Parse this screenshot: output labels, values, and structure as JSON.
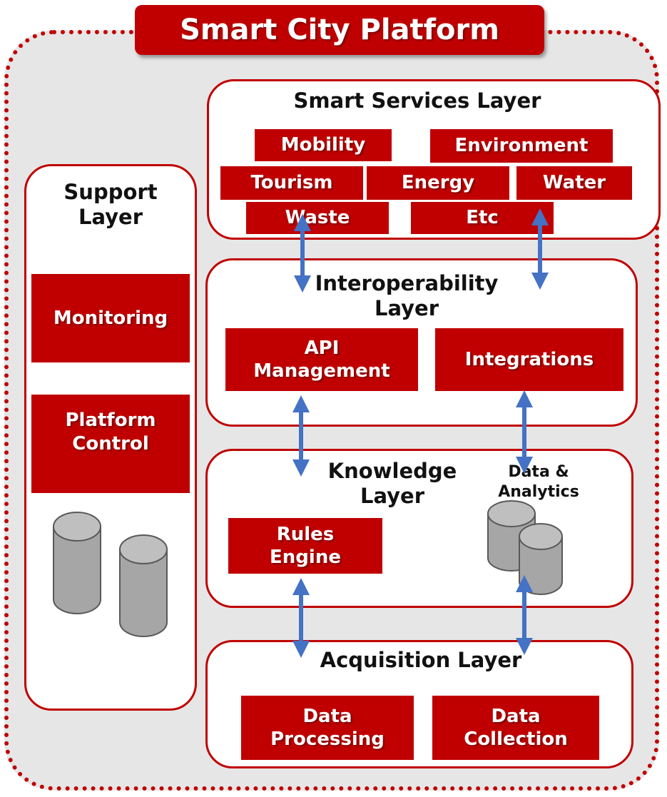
{
  "title": "Smart City Platform",
  "support": {
    "title_line1": "Support",
    "title_line2": "Layer",
    "monitoring": "Monitoring",
    "platform_control_line1": "Platform",
    "platform_control_line2": "Control"
  },
  "services": {
    "title": "Smart Services Layer",
    "mobility": "Mobility",
    "environment": "Environment",
    "tourism": "Tourism",
    "energy": "Energy",
    "water": "Water",
    "waste": "Waste",
    "etc": "Etc"
  },
  "interop": {
    "title_line1": "Interoperability",
    "title_line2": "Layer",
    "api_line1": "API",
    "api_line2": "Management",
    "integrations": "Integrations"
  },
  "knowledge": {
    "title_line1": "Knowledge",
    "title_line2": "Layer",
    "rules_line1": "Rules",
    "rules_line2": "Engine",
    "data_analytics_line1": "Data &",
    "data_analytics_line2": "Analytics"
  },
  "acquisition": {
    "title": "Acquisition Layer",
    "processing_line1": "Data",
    "processing_line2": "Processing",
    "collection_line1": "Data",
    "collection_line2": "Collection"
  },
  "colors": {
    "accent": "#c00000",
    "arrow": "#4472c4",
    "cylinder": "#a6a6a6",
    "background": "#e6e6e6"
  }
}
